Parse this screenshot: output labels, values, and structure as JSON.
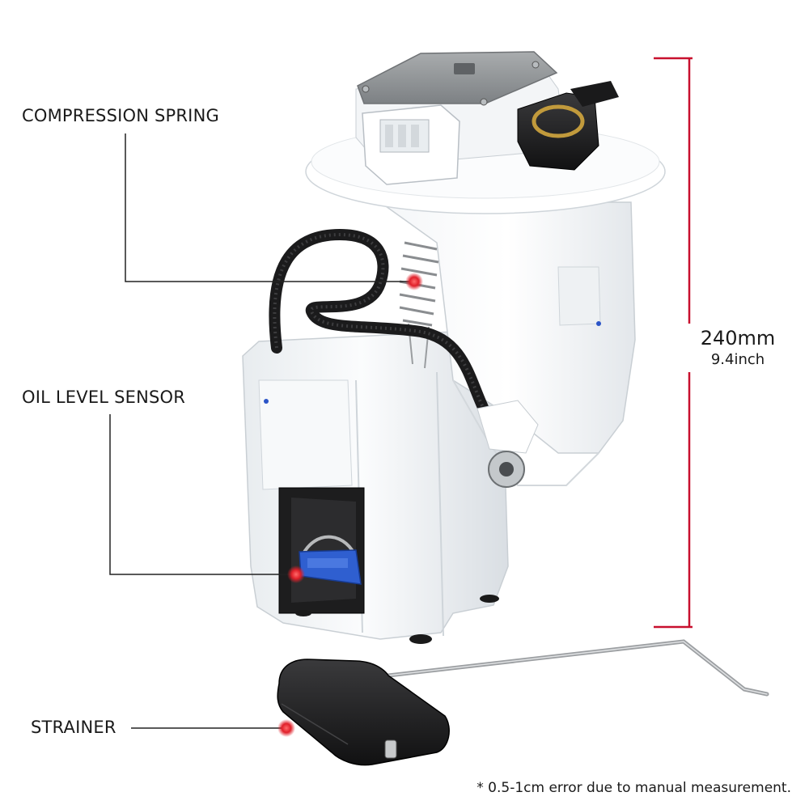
{
  "labels": {
    "compression_spring": "COMPRESSION SPRING",
    "oil_level_sensor": "OIL LEVEL SENSOR",
    "strainer": "STRAINER"
  },
  "dimension": {
    "metric": "240mm",
    "imperial": "9.4inch"
  },
  "footnote": "* 0.5-1cm error due to manual measurement.",
  "colors": {
    "dimension_line": "#c8102e",
    "marker_dot": "#e0202a",
    "leader_line": "#222222"
  }
}
